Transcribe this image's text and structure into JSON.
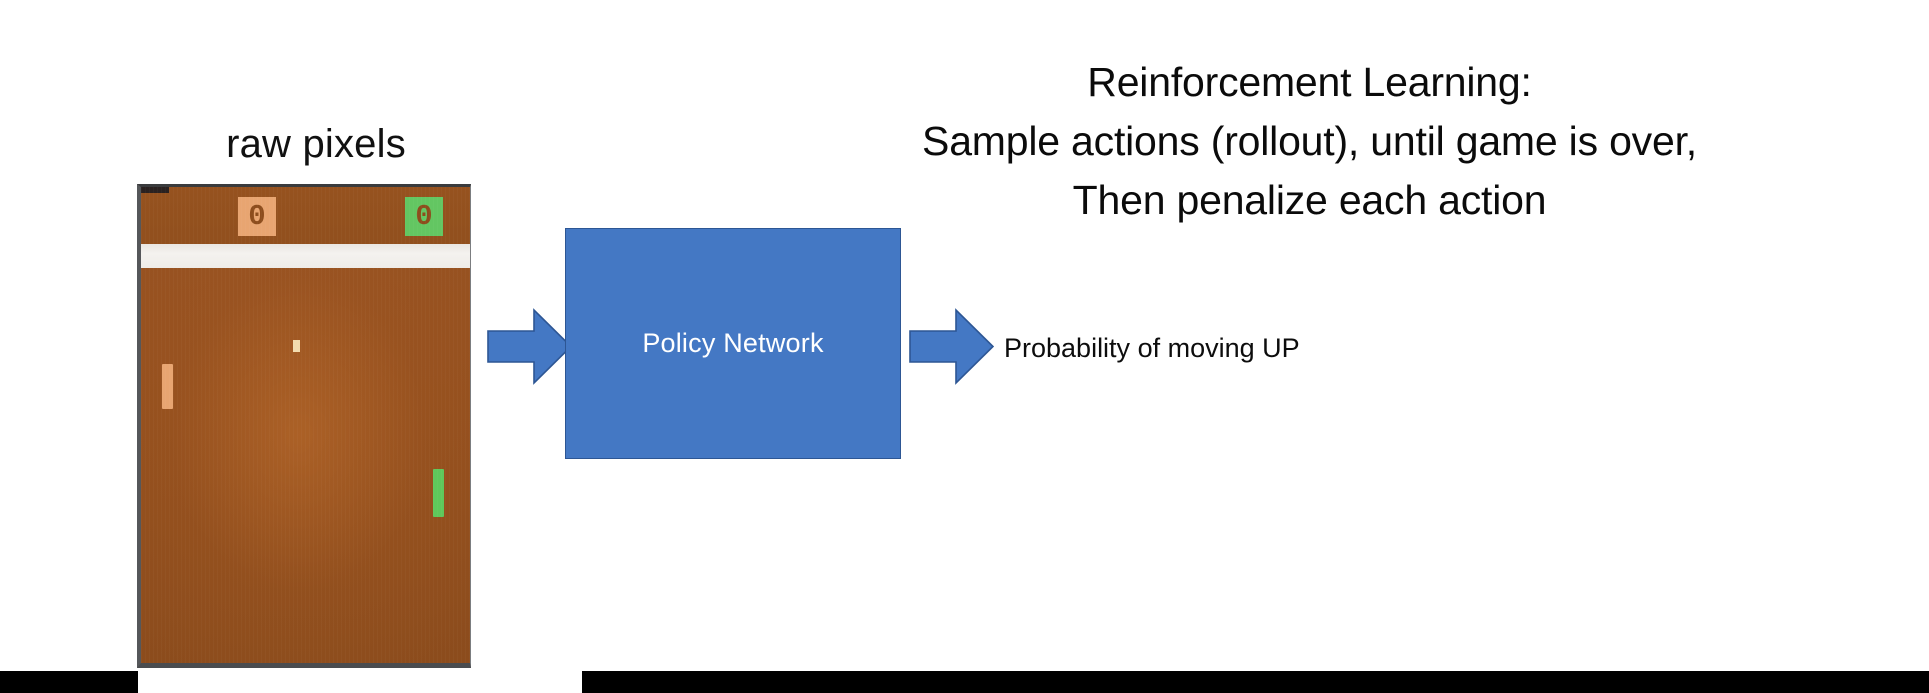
{
  "slide": {
    "background_color": "#ffffff",
    "headline": {
      "lines": [
        "Reinforcement Learning:",
        "Sample actions (rollout), until game is over,",
        "Then penalize each action"
      ],
      "color": "#0b0b0b"
    },
    "raw_pixels_caption": "raw pixels",
    "pong": {
      "alt": "Atari Pong screenshot",
      "background_color": "#8d4d1d",
      "wall_color": "#f1eeea",
      "score_left": "0",
      "score_right": "0",
      "score_left_color": "#e8a571",
      "score_right_color": "#63c662",
      "paddle_left_color": "#e8a571",
      "paddle_right_color": "#5fc85b",
      "ball_color": "#f3dcae"
    },
    "policy_network": {
      "label": "Policy Network",
      "fill_color": "#4478c4",
      "border_color": "#2d5694",
      "text_color": "#ffffff"
    },
    "arrows": {
      "input_arrow_name": "right-arrow-icon",
      "output_arrow_name": "right-arrow-icon",
      "fill_color": "#4478c4",
      "stroke_color": "#2d5694"
    },
    "output_label": "Probability of moving UP",
    "letterbox_color": "#000000"
  }
}
